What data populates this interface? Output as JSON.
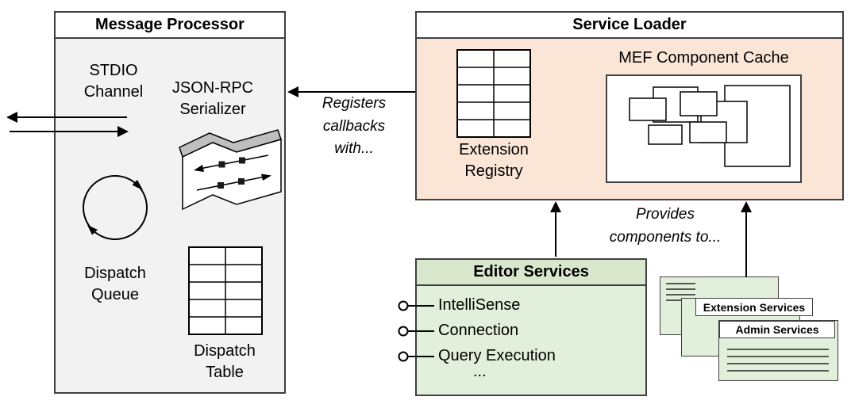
{
  "colors": {
    "border": "#404040",
    "message_processor_fill": "#f2f2f2",
    "service_loader_fill": "#fbe5d6",
    "editor_services_fill": "#e2efda",
    "editor_services_header_fill": "#d9e7cd",
    "card_fill": "#e2efda",
    "header_fill": "#ffffff",
    "arrow_color": "#000000"
  },
  "message_processor": {
    "title": "Message Processor",
    "stdio_channel_label": "STDIO\nChannel",
    "serializer_label": "JSON-RPC\nSerializer",
    "dispatch_queue_label": "Dispatch\nQueue",
    "dispatch_table_label": "Dispatch\nTable"
  },
  "service_loader": {
    "title": "Service Loader",
    "extension_registry_label": "Extension\nRegistry",
    "mef_cache_label": "MEF Component Cache"
  },
  "editor_services": {
    "title": "Editor Services",
    "items": [
      "IntelliSense",
      "Connection",
      "Query Execution",
      "..."
    ]
  },
  "service_cards": {
    "extension_label": "Extension Services",
    "admin_label": "Admin Services"
  },
  "annotations": {
    "registers_callbacks": "Registers\ncallbacks\nwith...",
    "provides_components": "Provides\ncomponents to..."
  }
}
